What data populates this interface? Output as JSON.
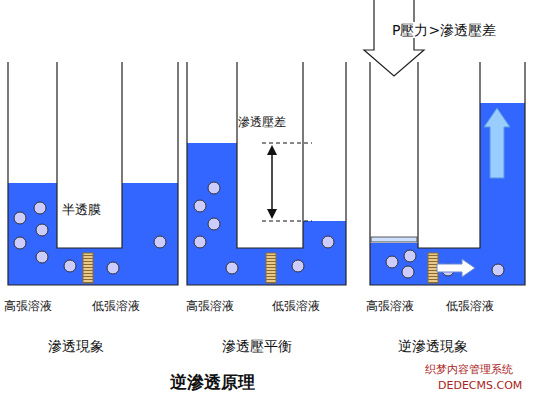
{
  "diagram": {
    "title": "逆滲透原理",
    "labels": [
      "半透膜",
      "高張溶液",
      "低張溶液",
      "滲透現象",
      "滲透壓差",
      "高張溶液",
      "低張溶液",
      "滲透壓平衡",
      "P壓力>滲透壓差",
      "高張溶液",
      "低張溶液",
      "逆滲透現象",
      "织梦内容管理系统",
      "DEDECMS.COM"
    ]
  }
}
